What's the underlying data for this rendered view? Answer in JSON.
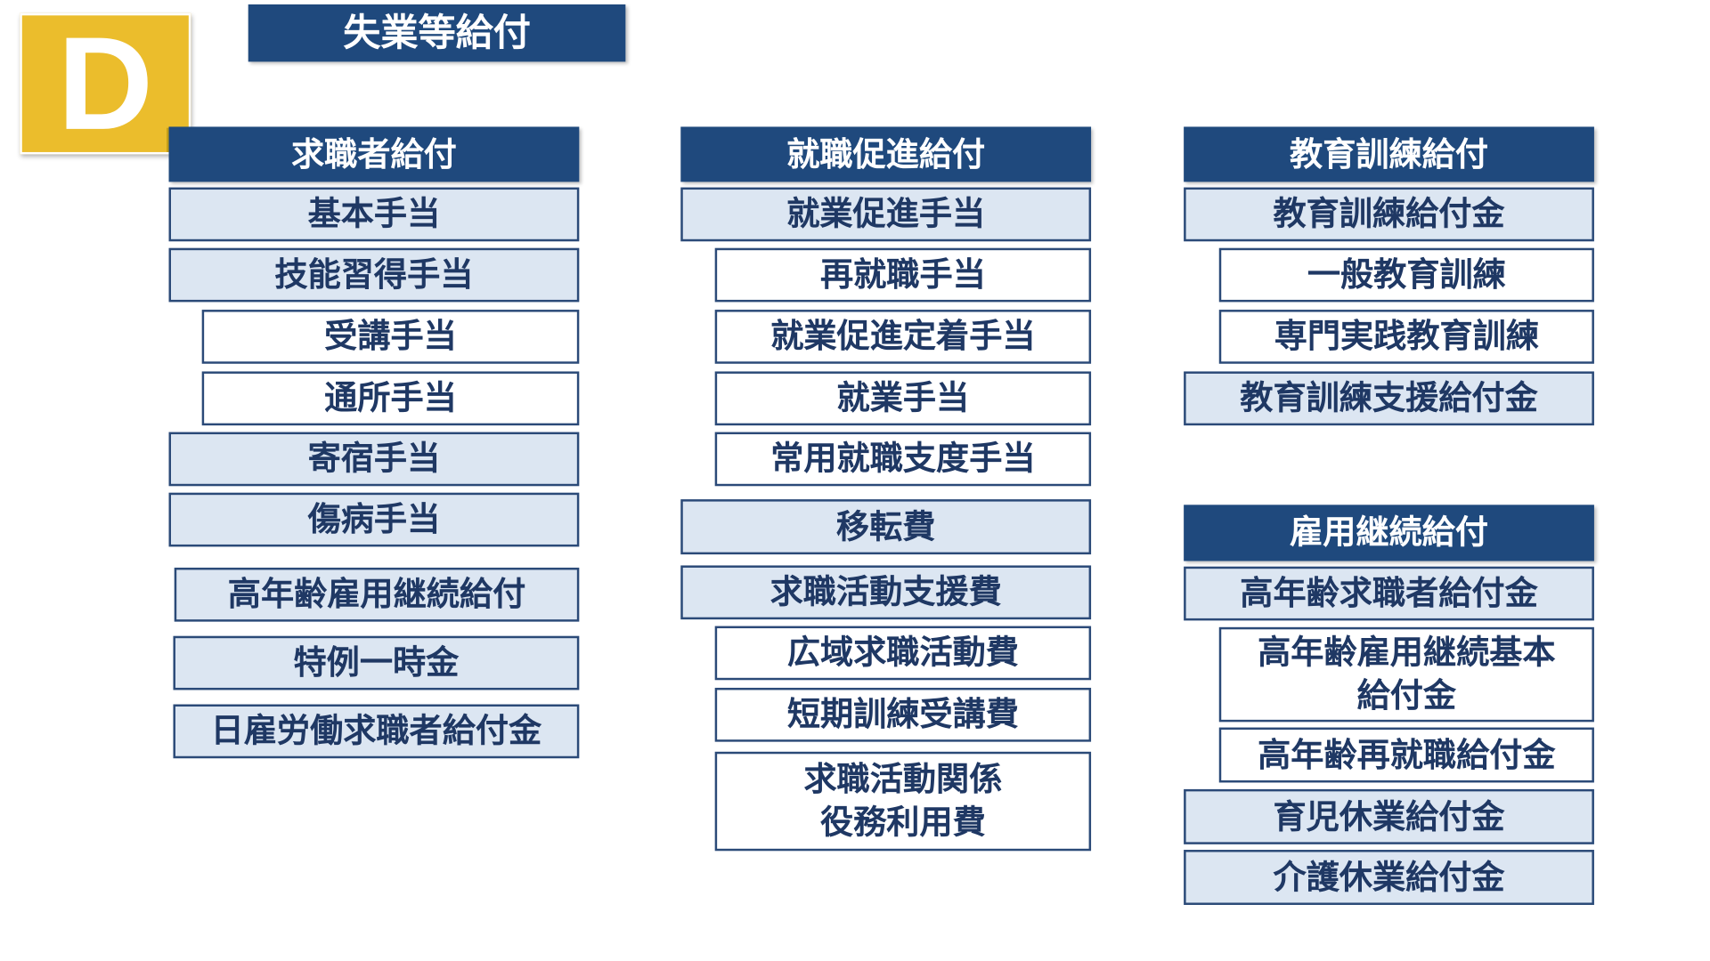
{
  "logo_letter": "D",
  "title": "失業等給付",
  "col1": {
    "header": "求職者給付",
    "items": [
      "基本手当",
      "技能習得手当",
      "受講手当",
      "通所手当",
      "寄宿手当",
      "傷病手当",
      "高年齢雇用継続給付",
      "特例一時金",
      "日雇労働求職者給付金"
    ]
  },
  "col2": {
    "header": "就職促進給付",
    "items": [
      "就業促進手当",
      "再就職手当",
      "就業促進定着手当",
      "就業手当",
      "常用就職支度手当",
      "移転費",
      "求職活動支援費",
      "広域求職活動費",
      "短期訓練受講費",
      "求職活動関係\n役務利用費"
    ]
  },
  "col3": {
    "header": "教育訓練給付",
    "items": [
      "教育訓練給付金",
      "一般教育訓練",
      "専門実践教育訓練",
      "教育訓練支援給付金"
    ]
  },
  "col4": {
    "header": "雇用継続給付",
    "items": [
      "高年齢求職者給付金",
      "高年齢雇用継続基本\n給付金",
      "高年齢再就職給付金",
      "育児休業給付金",
      "介護休業給付金"
    ]
  },
  "colors": {
    "header": "#1F497D",
    "fill": "#DCE6F2",
    "text": "#1F3864",
    "logo": "#EBBD2C"
  }
}
